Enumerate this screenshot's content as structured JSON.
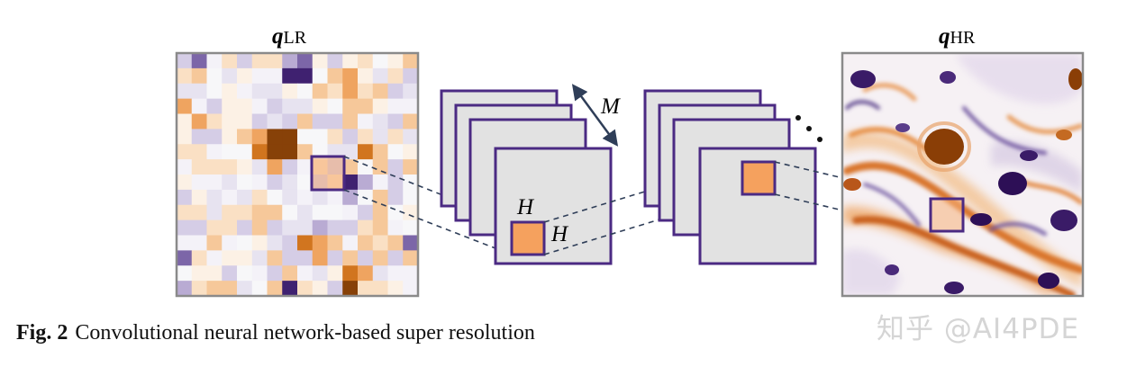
{
  "labels": {
    "input": {
      "symbol": "q",
      "subscript": "LR"
    },
    "output": {
      "symbol": "q",
      "subscript": "HR"
    },
    "channels": "M",
    "kernel_height": "H",
    "kernel_width": "H",
    "ellipsis": "⋮"
  },
  "caption": {
    "prefix": "Fig. 2",
    "text": "Convolutional neural network-based super resolution"
  },
  "watermark": "知乎 @AI4PDE",
  "colors": {
    "frame_purple": "#4b2a83",
    "kernel_orange": "#f5a15e",
    "feature_gray": "#e2e2e2",
    "dash_line": "#2f3e58",
    "field_dark_purple": "#2d0f56",
    "field_dark_orange": "#8a3e06"
  }
}
